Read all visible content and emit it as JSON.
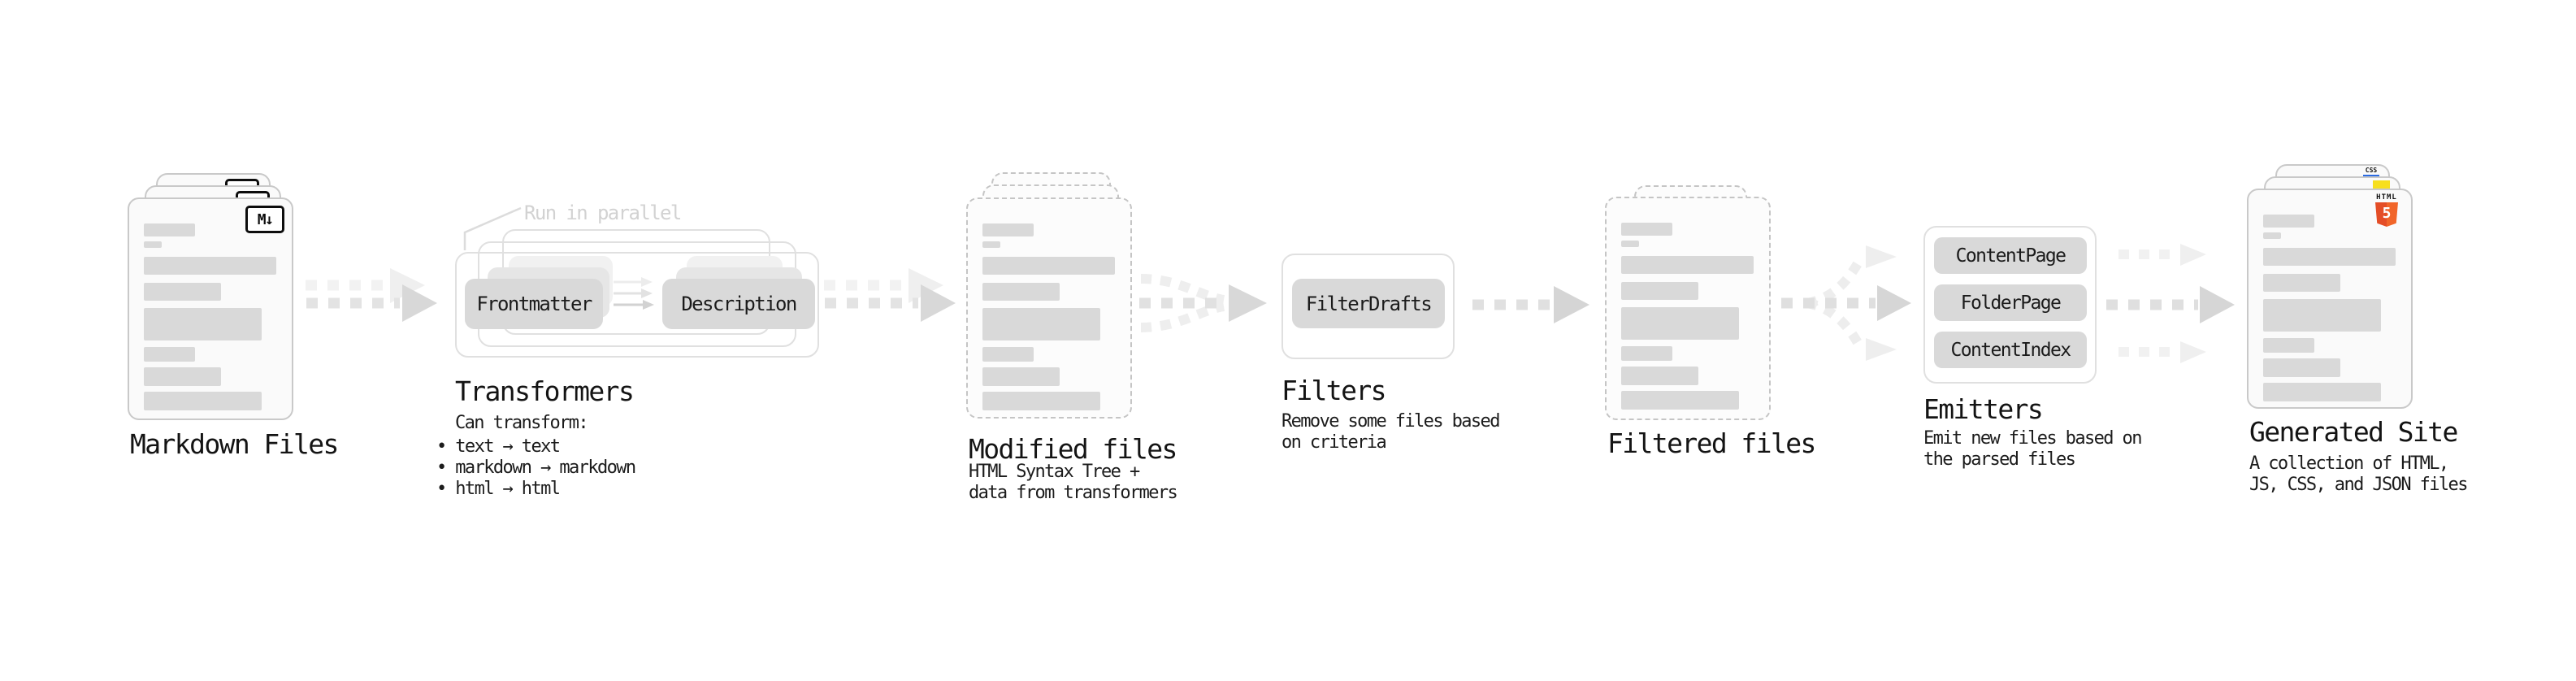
{
  "stages": {
    "markdown": {
      "label": "Markdown Files",
      "badge": "M↓"
    },
    "transformers": {
      "label": "Transformers",
      "note": "Run in parallel",
      "step1": "Frontmatter",
      "step2": "Description",
      "caption_title": "Can transform:",
      "bullets": [
        "• text → text",
        "• markdown → markdown",
        "• html → html"
      ]
    },
    "modified": {
      "label": "Modified files",
      "caption_line1": "HTML Syntax Tree +",
      "caption_line2": "data from transformers"
    },
    "filters": {
      "label": "Filters",
      "step": "FilterDrafts",
      "caption_line1": "Remove some files based",
      "caption_line2": "on criteria"
    },
    "filtered": {
      "label": "Filtered files"
    },
    "emitters": {
      "label": "Emitters",
      "step1": "ContentPage",
      "step2": "FolderPage",
      "step3": "ContentIndex",
      "caption_line1": "Emit new files based on",
      "caption_line2": "the parsed files"
    },
    "generated": {
      "label": "Generated Site",
      "caption_line1": "A collection of HTML,",
      "caption_line2": "JS, CSS, and JSON files",
      "badge_html_word": "HTML",
      "badge_html_number": "5",
      "badge_css_word": "CSS"
    }
  },
  "colors": {
    "html5_orange": "#e44d26",
    "html5_orange_light": "#f16529",
    "js_yellow": "#f7df1e",
    "css_blue": "#2b6be3",
    "bar_gray": "#d9d9d9",
    "arrow_gray": "#d8d8d8",
    "frame_gray": "#e0e0e0"
  }
}
